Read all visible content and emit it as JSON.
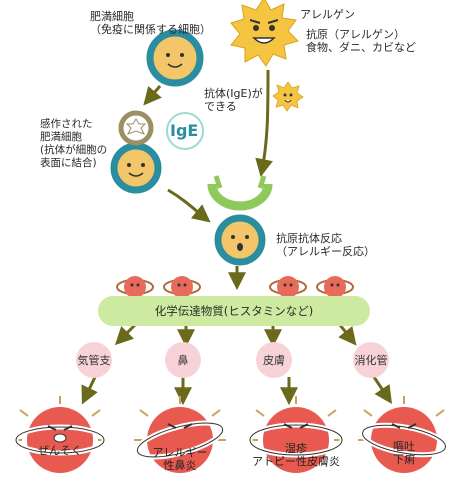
{
  "labels": {
    "allergen": "アレルゲン",
    "antigen": "抗原（アレルゲン）\n食物、ダニ、カビなど",
    "mast_cell": "肥満細胞\n（免疫に関係する細胞）",
    "antibody_made": "抗体(IgE)が\nできる",
    "sensitized": "感作された\n肥満細胞\n(抗体が細胞の\n表面に結合)",
    "ige": "IgE",
    "reaction": "抗原抗体反応\n（アレルギー反応）",
    "mediator": "化学伝達物質(ヒスタミンなど)"
  },
  "organs": [
    "気管支",
    "鼻",
    "皮膚",
    "消化管"
  ],
  "symptoms": [
    "ぜんそく",
    "アレルギー\n性鼻炎",
    "湿疹\nアトピー性皮膚炎",
    "嘔吐\n下痢"
  ],
  "colors": {
    "cell_ring": "#2b8ea0",
    "cell_face": "#f4c66a",
    "antibody_ring": "#9b8f68",
    "allergen": "#f5c542",
    "mediator_bar": "#cdeaa0",
    "organ_bg": "#f7d3d8",
    "symptom": "#e85a50",
    "arrow": "#6b6a1c",
    "granule": "#e86a5a"
  }
}
